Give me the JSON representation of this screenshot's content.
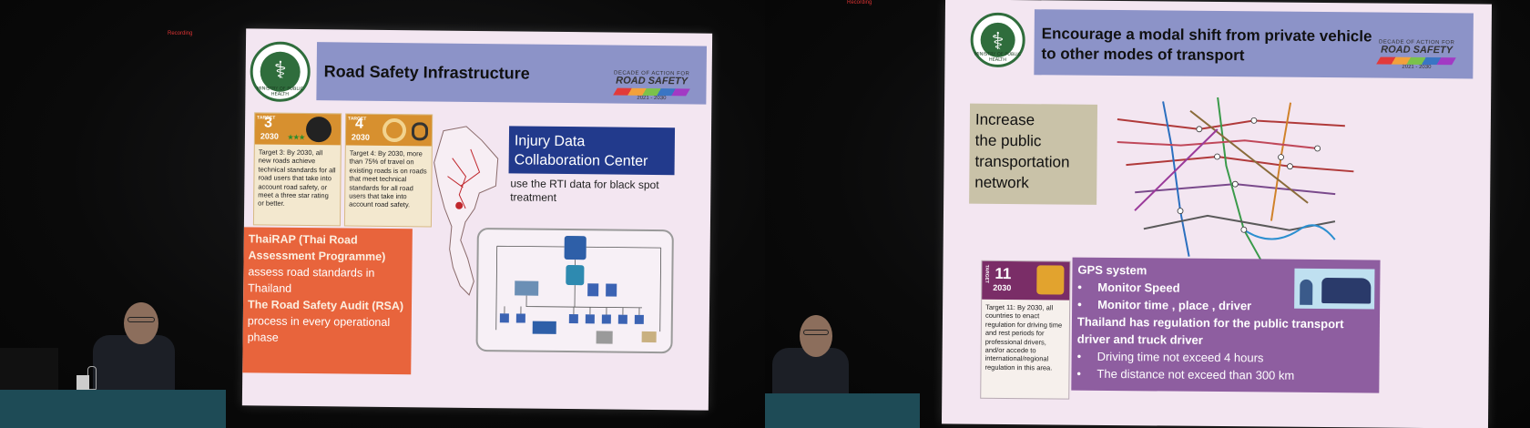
{
  "photo": {
    "left_panel": {
      "corner_tag": "Recording",
      "slide": {
        "title": "Road Safety Infrastructure",
        "ministry_seal_caption": "MINISTRY OF PUBLIC HEALTH",
        "decade_logo": {
          "line1": "DECADE OF ACTION FOR",
          "line2": "ROAD SAFETY",
          "line3": "2021 - 2030"
        },
        "target3": {
          "badge_word": "TARGET",
          "number": "3",
          "year": "2030",
          "text": "Target 3: By 2030, all new roads achieve technical standards for all road users that take into account road safety, or meet a three star rating or better."
        },
        "target4": {
          "badge_word": "TARGET",
          "number": "4",
          "year": "2030",
          "text": "Target 4: By 2030, more than 75% of travel on existing roads is on roads that meet technical standards for all road users that take into account road safety."
        },
        "injury_box": {
          "title_line1": "Injury Data",
          "title_line2": "Collaboration Center",
          "caption": "use the RTI data for black spot treatment"
        },
        "thairap_box": {
          "heading1": "ThaiRAP (Thai Road Assessment Programme)",
          "body1": "assess road standards in Thailand",
          "heading2": "The Road Safety Audit (RSA)",
          "body2": "process in every operational phase"
        }
      }
    },
    "right_panel": {
      "corner_tag": "Recording",
      "slide": {
        "title_line1": "Encourage a modal shift from private vehicle",
        "title_line2": "to other modes of transport",
        "ministry_seal_caption": "MINISTRY OF PUBLIC HEALTH",
        "decade_logo": {
          "line1": "DECADE OF ACTION FOR",
          "line2": "ROAD SAFETY",
          "line3": "2021 - 2030"
        },
        "network_box": {
          "line1": "Increase",
          "line2": "the public",
          "line3": "transportation",
          "line4": "network"
        },
        "target11": {
          "badge_word": "TARGET",
          "number": "11",
          "year": "2030",
          "text": "Target 11: By 2030, all countries to enact regulation for driving time and rest periods for professional drivers, and/or accede to international/regional regulation in this area."
        },
        "gps_box": {
          "heading": "GPS  system",
          "bullet1": "Monitor Speed",
          "bullet2": "Monitor time , place , driver",
          "regulation": "Thailand has regulation for the public transport driver and truck driver",
          "bullet3": "Driving time not exceed 4 hours",
          "bullet4": "The distance not exceed than 300 km"
        }
      }
    },
    "colors": {
      "slide_bg": "#f3e6f1",
      "title_bar": "#8c93c8",
      "injury_header": "#223a8c",
      "thairap_box": "#e8643c",
      "target_badge": "#d7902f",
      "target11_badge": "#7a2d67",
      "gps_box": "#8e5ea0",
      "network_box": "#c9c2a8"
    }
  }
}
